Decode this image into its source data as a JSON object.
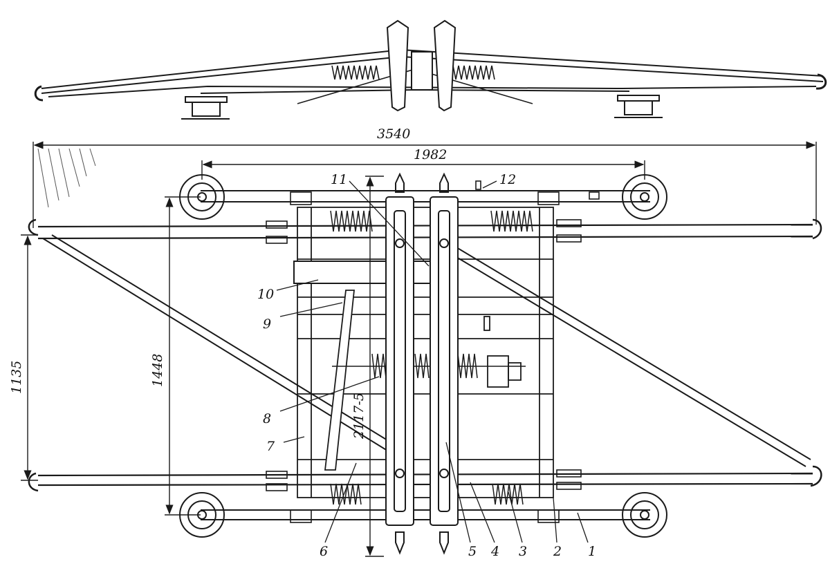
{
  "colors": {
    "ink": "#1a1a1a",
    "paper": "#ffffff"
  },
  "dimensions": {
    "overall_width": "3540",
    "wheelbase": "1982",
    "track_width": "1448",
    "rail_spacing": "1135",
    "vertical_ref": "2117-5"
  },
  "callouts": {
    "c1": "1",
    "c2": "2",
    "c3": "3",
    "c4": "4",
    "c5": "5",
    "c6": "6",
    "c7": "7",
    "c8": "8",
    "c9": "9",
    "c10": "10",
    "c11": "11",
    "c12": "12"
  }
}
